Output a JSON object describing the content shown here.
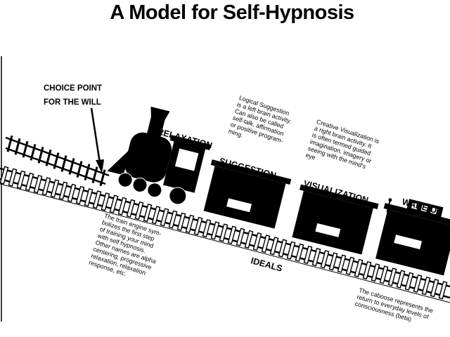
{
  "title": "A Model for Self-Hypnosis",
  "choice_point": {
    "line1": "CHOICE POINT",
    "line2": "FOR THE WILL"
  },
  "cars": {
    "engine": "RELAXATION",
    "car1": "SUGGESTION",
    "car2": "VISUALIZATION",
    "caboose": "WAKE-UP"
  },
  "track_label": "IDEALS",
  "notes": {
    "logical": [
      "Logical Suggestion",
      "is a left brain activity.",
      "Can also be called",
      "self-talk, affirmation",
      "or positive program-",
      "ming."
    ],
    "creative": [
      "Creative Visualization is",
      "a right brain activity. It",
      "is often termed guided",
      "imagination, imagery or",
      "seeing with the mind's",
      "eye"
    ],
    "engine": [
      "The train engine sym-",
      "bolizes the first step",
      "of training your mind",
      "with self hypnosis.",
      "Other names are alpha",
      "centering, progressive",
      "relaxation, relaxation",
      "response, etc."
    ],
    "caboose": [
      "The caboose represents the",
      "return to everyday levels of",
      "consciousness (beta)"
    ]
  }
}
